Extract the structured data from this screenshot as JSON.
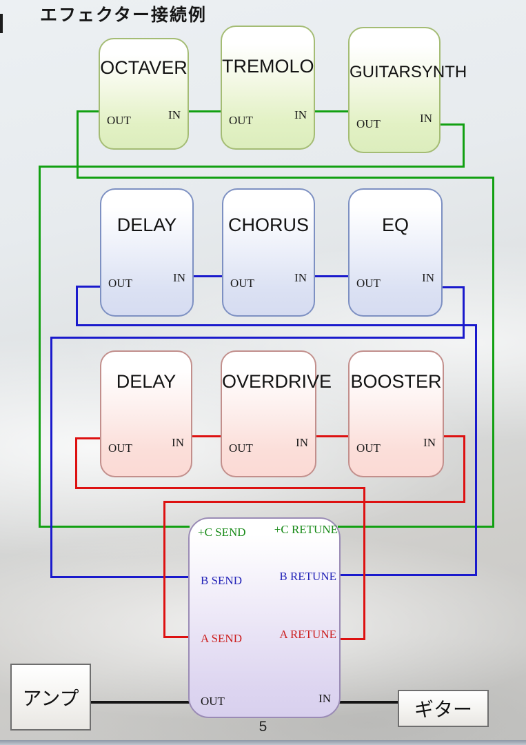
{
  "title": "エフェクター接続例",
  "page_number": "5",
  "port_labels": {
    "out": "OUT",
    "in": "IN"
  },
  "effect_rows": [
    {
      "group": "C",
      "wire_color": "#12a012",
      "boxes": [
        {
          "label": "OCTAVER"
        },
        {
          "label": "TREMOLO"
        },
        {
          "label": "GUITARSYNTH"
        }
      ]
    },
    {
      "group": "B",
      "wire_color": "#1a1acc",
      "boxes": [
        {
          "label": "DELAY"
        },
        {
          "label": "CHORUS"
        },
        {
          "label": "EQ"
        }
      ]
    },
    {
      "group": "A",
      "wire_color": "#dd1111",
      "boxes": [
        {
          "label": "DELAY"
        },
        {
          "label": "OVERDRIVE"
        },
        {
          "label": "BOOSTER"
        }
      ]
    }
  ],
  "switcher": {
    "c_send": "+C SEND",
    "c_return": "+C RETUNE",
    "b_send": "B SEND",
    "b_return": "B RETUNE",
    "a_send": "A SEND",
    "a_return": "A RETUNE",
    "out": "OUT",
    "in": "IN"
  },
  "amp": {
    "label": "アンプ"
  },
  "guitar": {
    "label": "ギター"
  },
  "colors": {
    "wire_green": "#12a012",
    "wire_blue": "#1a1acc",
    "wire_red": "#dd1111",
    "wire_black": "#141414"
  }
}
